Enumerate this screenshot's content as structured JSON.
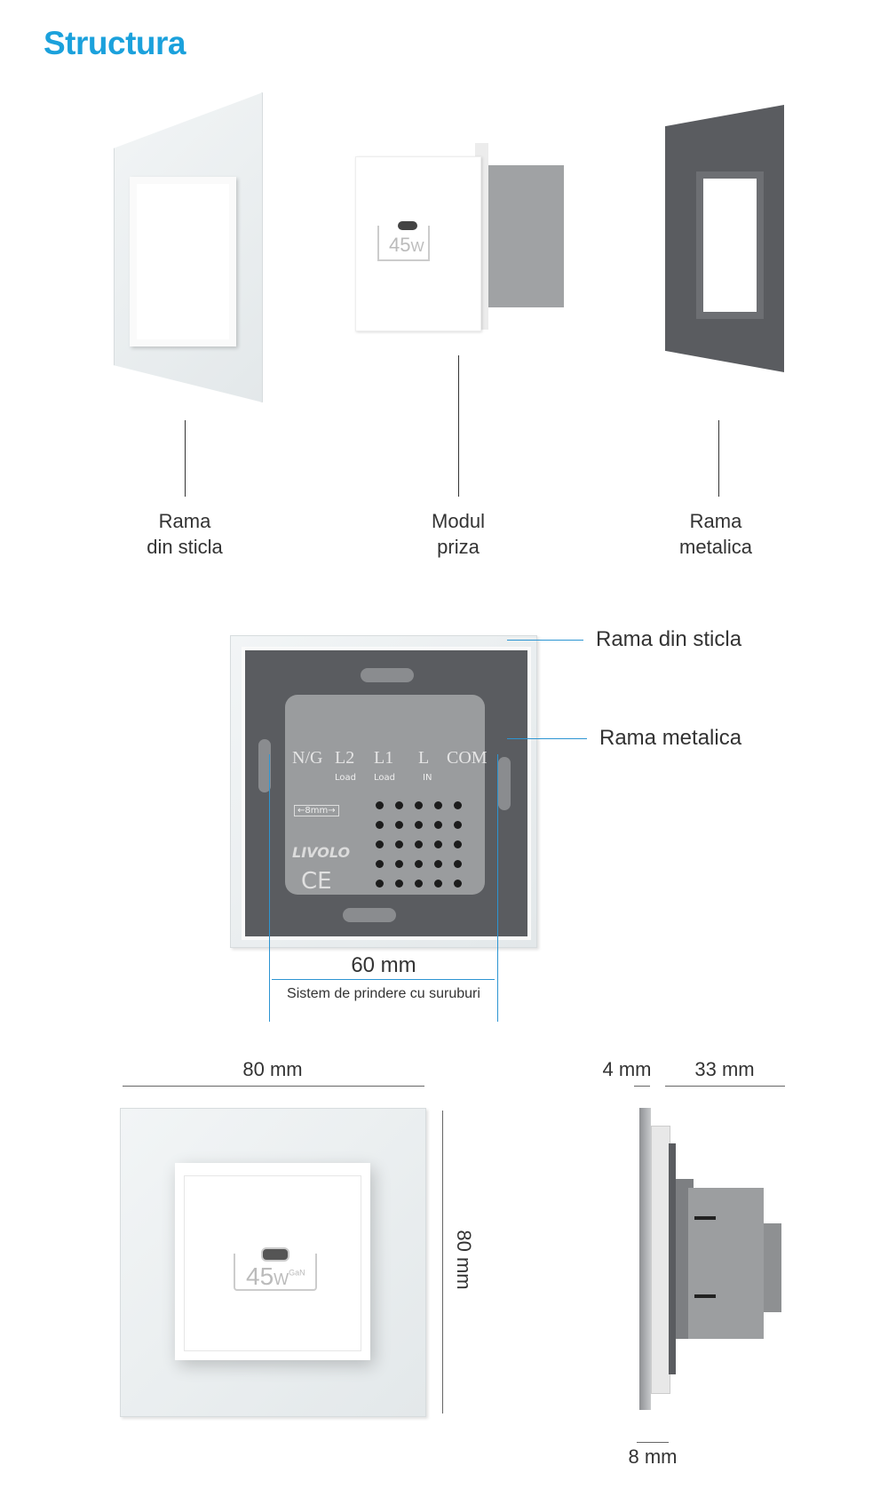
{
  "title": "Structura",
  "exploded": {
    "parts": [
      {
        "label_line1": "Rama",
        "label_line2": "din sticla"
      },
      {
        "label_line1": "Modul",
        "label_line2": "priza"
      },
      {
        "label_line1": "Rama",
        "label_line2": "metalica"
      }
    ],
    "module_badge": {
      "power": "45",
      "unit": "W",
      "tech": "GaN"
    }
  },
  "back_view": {
    "callouts": [
      "Rama din sticla",
      "Rama metalica"
    ],
    "terminals": [
      {
        "name": "N/G",
        "sub": ""
      },
      {
        "name": "L2",
        "sub": "Load"
      },
      {
        "name": "L1",
        "sub": "Load"
      },
      {
        "name": "L",
        "sub": "IN"
      },
      {
        "name": "COM",
        "sub": ""
      }
    ],
    "strip_gauge": "←8mm→",
    "brand": "LIVOLO",
    "cert": "CE",
    "mount_distance": "60 mm",
    "mount_caption": "Sistem de prindere cu suruburi"
  },
  "dimensions": {
    "front_width": "80 mm",
    "front_height": "80 mm",
    "glass_thickness": "4 mm",
    "depth": "33 mm",
    "frame_offset": "8 mm"
  },
  "colors": {
    "accent": "#1ba1dc",
    "callout_line": "#2d95d2",
    "metal": "#5a5c60"
  }
}
